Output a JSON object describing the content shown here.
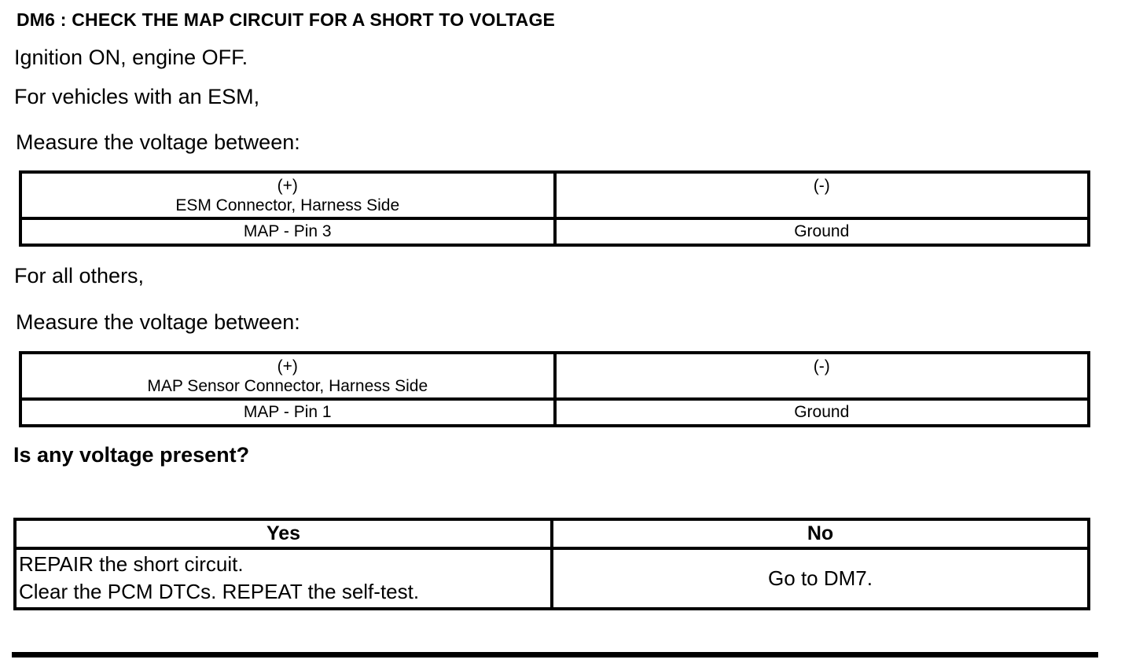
{
  "page": {
    "title": "DM6 : CHECK THE MAP CIRCUIT FOR A SHORT TO VOLTAGE",
    "paragraphs": {
      "ignition": "Ignition ON, engine OFF.",
      "esm_intro": "For vehicles with an ESM,",
      "measure1": "Measure the voltage between:",
      "others_intro": "For all others,",
      "measure2": "Measure the voltage between:",
      "question": "Is any voltage present?"
    },
    "esm_table": {
      "plus_label": "(+)",
      "plus_sub": "ESM Connector, Harness Side",
      "minus_label": "(-)",
      "plus_value": "MAP - Pin 3",
      "minus_value": "Ground"
    },
    "map_table": {
      "plus_label": "(+)",
      "plus_sub": "MAP Sensor Connector, Harness Side",
      "minus_label": "(-)",
      "plus_value": "MAP - Pin 1",
      "minus_value": "Ground"
    },
    "result_table": {
      "yes_label": "Yes",
      "no_label": "No",
      "yes_line1": "REPAIR the short circuit.",
      "yes_line2": "Clear the PCM DTCs. REPEAT the self-test.",
      "no_action": "Go to DM7."
    }
  }
}
